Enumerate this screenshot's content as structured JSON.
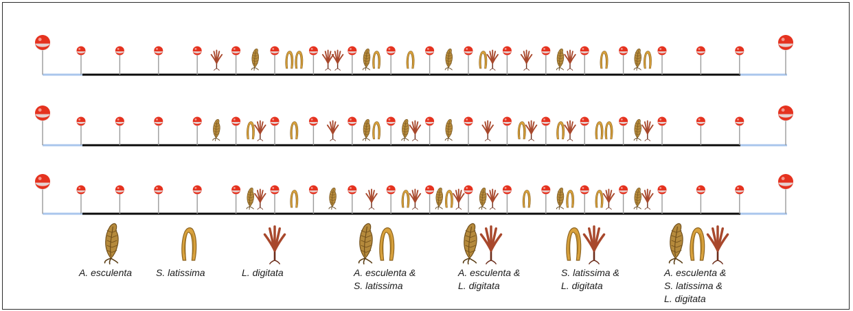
{
  "colors": {
    "buoy_red": "#e5321f",
    "buoy_white": "#e6e2e2",
    "mainline": "#0a0a0a",
    "anchor_line": "#a9c6ec",
    "post": "#9a9a9a",
    "esculenta": "#b58a3c",
    "latissima": "#d9a23d",
    "digitata": "#a8482c"
  },
  "species": {
    "E": "A. esculenta",
    "S": "S. latissima",
    "D": "L. digitata"
  },
  "longlines": [
    {
      "name": "longline-1",
      "segments": [
        "",
        "",
        "",
        "D",
        "E",
        "SS",
        "DD",
        "ES",
        "S",
        "E",
        "SD",
        "D",
        "ED",
        "S",
        "ES",
        "",
        ""
      ]
    },
    {
      "name": "longline-2",
      "segments": [
        "",
        "",
        "",
        "E",
        "SD",
        "S",
        "D",
        "ES",
        "ED",
        "E",
        "D",
        "SD",
        "SD",
        "SS",
        "ED",
        "",
        ""
      ]
    },
    {
      "name": "longline-3",
      "segments": [
        "",
        "",
        "",
        "",
        "ED",
        "S",
        "E",
        "D",
        "SD",
        "ESD",
        "ED",
        "S",
        "ES",
        "SD",
        "ED",
        "",
        ""
      ]
    }
  ],
  "legend": [
    {
      "name": "legend-a-esculenta",
      "species": [
        "E"
      ],
      "lines": [
        "A. esculenta"
      ]
    },
    {
      "name": "legend-s-latissima",
      "species": [
        "S"
      ],
      "lines": [
        "S. latissima"
      ]
    },
    {
      "name": "legend-l-digitata",
      "species": [
        "D"
      ],
      "lines": [
        "L. digitata"
      ]
    },
    {
      "name": "legend-esculenta-latissima",
      "species": [
        "E",
        "S"
      ],
      "lines": [
        "A. esculenta &",
        "S. latissima"
      ]
    },
    {
      "name": "legend-esculenta-digitata",
      "species": [
        "E",
        "D"
      ],
      "lines": [
        "A. esculenta &",
        "L. digitata"
      ]
    },
    {
      "name": "legend-latissima-digitata",
      "species": [
        "S",
        "D"
      ],
      "lines": [
        "S. latissima &",
        "L. digitata"
      ]
    },
    {
      "name": "legend-all-three",
      "species": [
        "E",
        "S",
        "D"
      ],
      "lines": [
        "A. esculenta &",
        "S. latissima &",
        "L. digitata"
      ]
    }
  ]
}
